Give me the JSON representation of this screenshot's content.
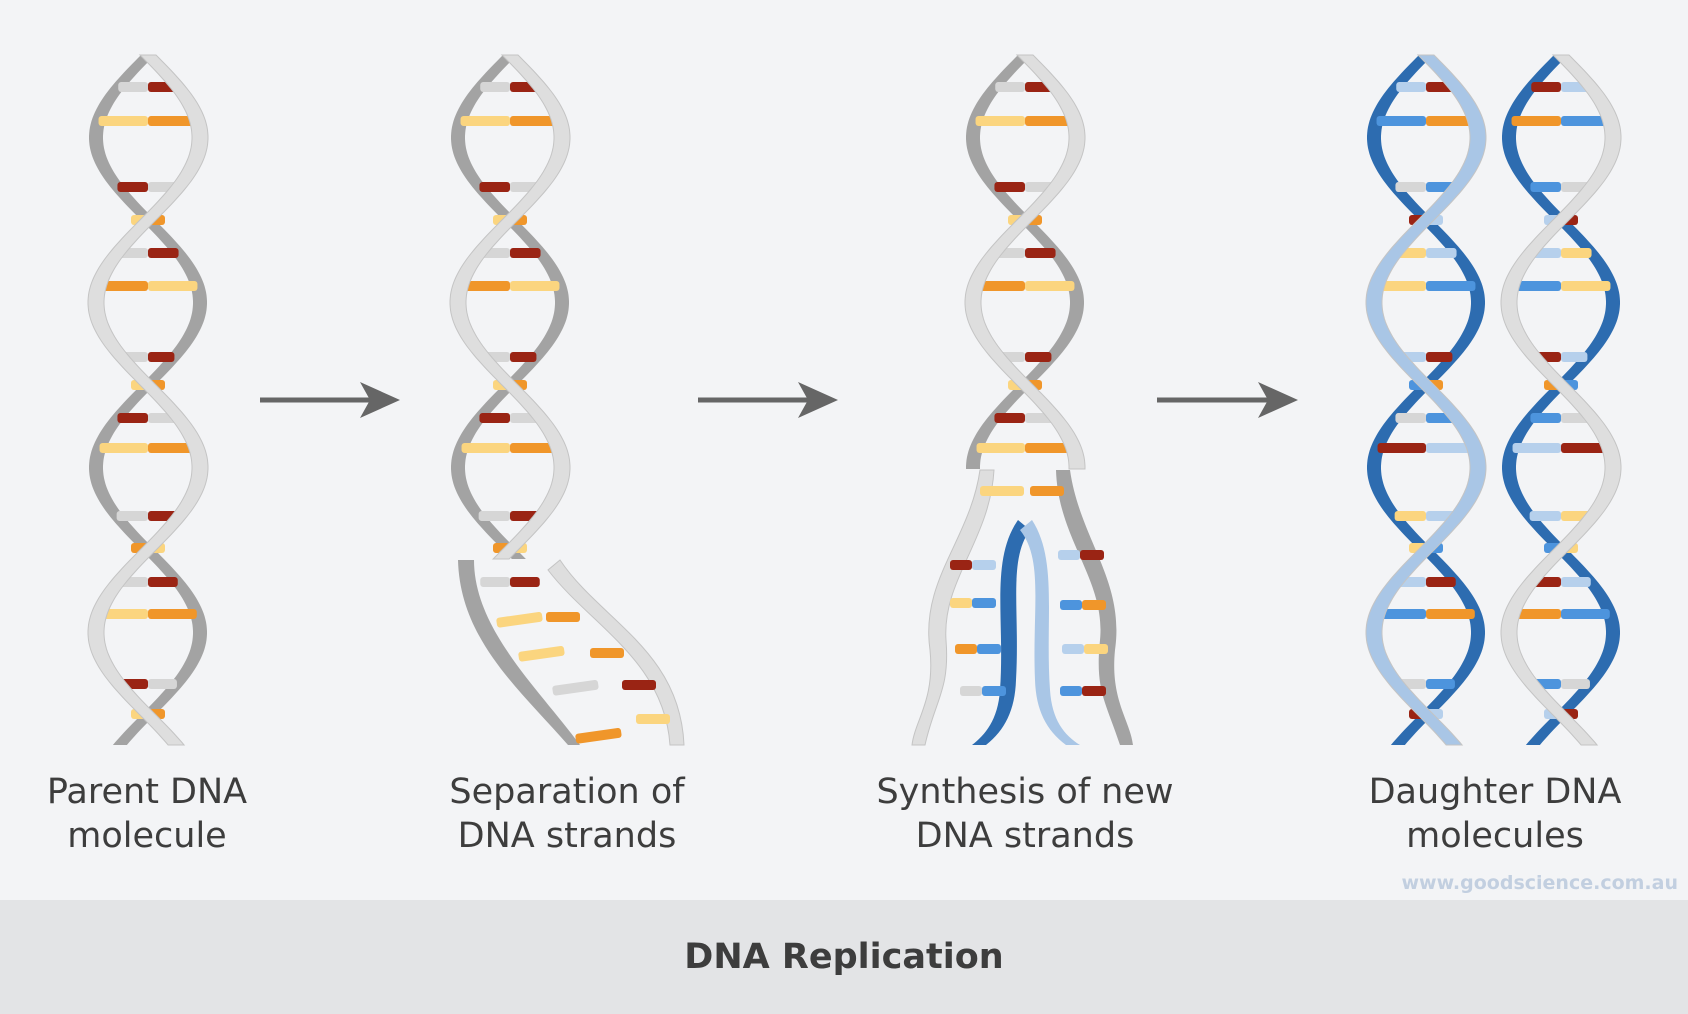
{
  "diagram": {
    "title": "DNA Replication",
    "watermark": "www.goodscience.com.au",
    "stages": [
      {
        "id": "parent",
        "line1": "Parent DNA",
        "line2": "molecule"
      },
      {
        "id": "separation",
        "line1": "Separation of",
        "line2": "DNA strands"
      },
      {
        "id": "synthesis",
        "line1": "Synthesis of new",
        "line2": "DNA strands"
      },
      {
        "id": "daughter",
        "line1": "Daughter DNA",
        "line2": "molecules"
      }
    ]
  },
  "colors": {
    "background": "#f3f4f6",
    "footer": "#e3e4e6",
    "old_strand_front": "#dedede",
    "old_strand_back": "#a3a3a3",
    "new_strand_front": "#a9c6e6",
    "new_strand_back": "#2d6cb0",
    "base_red": "#9a2414",
    "base_grey": "#d6d6d6",
    "base_orange": "#f0962a",
    "base_yellow": "#fbd57f",
    "base_blue": "#4d94dd",
    "base_lightblue": "#b6d0ec",
    "arrow": "#666666"
  }
}
